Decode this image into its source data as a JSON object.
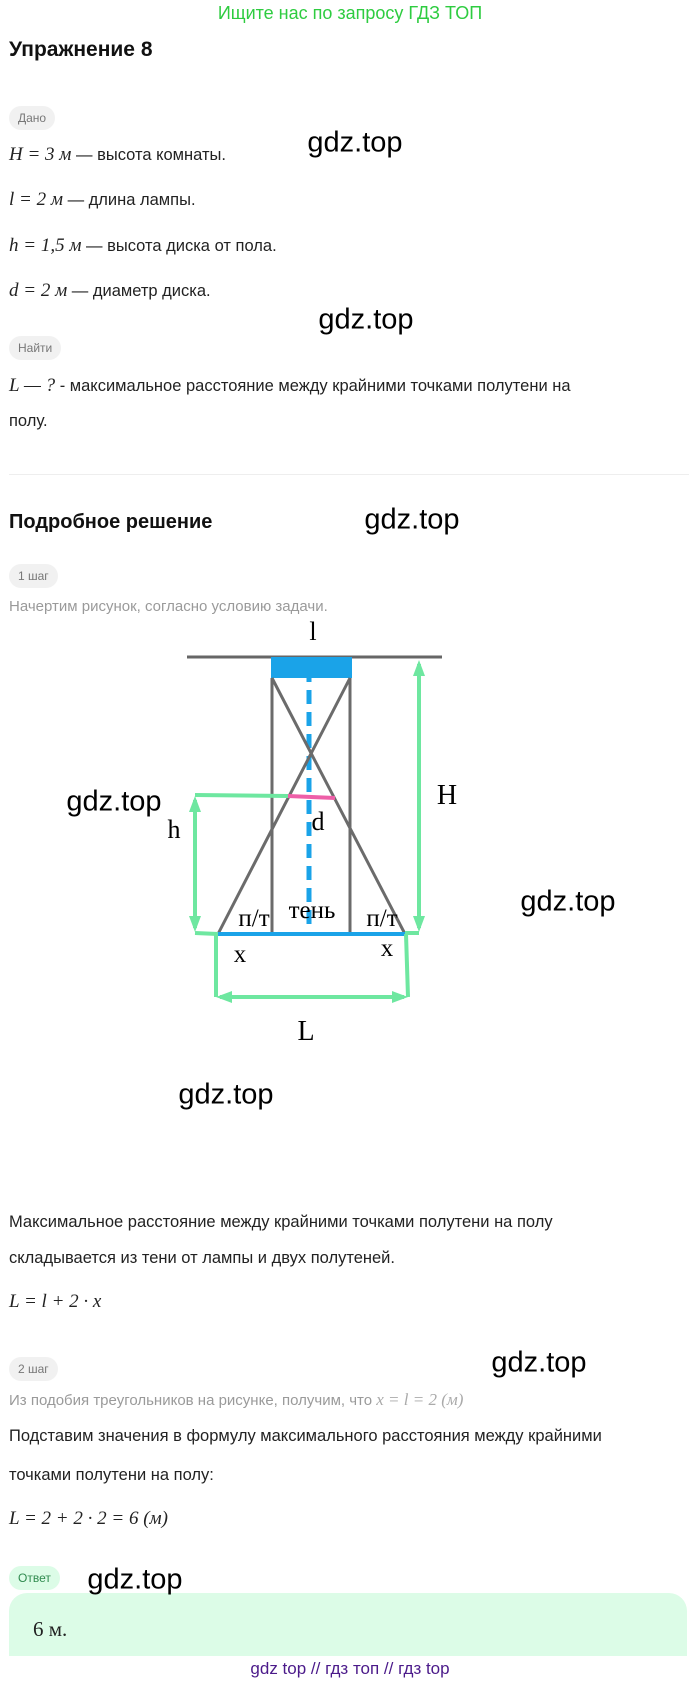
{
  "banner": "Ищите нас по запросу ГДЗ ТОП",
  "title": "Упражнение 8",
  "given": {
    "badge": "Дано",
    "lines": [
      {
        "math": "H = 3 м",
        "text": " — высота комнаты."
      },
      {
        "math": "l = 2 м",
        "text": " — длина лампы."
      },
      {
        "math": "h = 1,5 м",
        "text": " — высота диска от пола."
      },
      {
        "math": "d = 2 м",
        "text": " — диаметр диска."
      }
    ]
  },
  "find": {
    "badge": "Найти",
    "line1_math": "L — ?",
    "line1_text": " - максимальное расстояние между крайними точками полутени на",
    "line2_text": "полу."
  },
  "solution": {
    "title": "Подробное решение",
    "step1": {
      "badge": "1 шаг",
      "text": "Начертим рисунок, согласно условию задачи."
    },
    "diagram": {
      "l": "l",
      "H": "H",
      "d": "d",
      "h": "h",
      "pt_left": "п/т",
      "shadow": "тень",
      "pt_right": "п/т",
      "x_left": "x",
      "x_right": "x",
      "L": "L"
    },
    "para1_line1": "Максимальное расстояние между крайними точками полутени на полу",
    "para1_line2": "складывается из тени от лампы и двух полутеней.",
    "formula1": "L = l + 2 · x",
    "step2": {
      "badge": "2 шаг",
      "text": "Из подобия треугольников на рисунке, получим, что ",
      "math": "x = l = 2 (м)"
    },
    "para2_line1": "Подставим значения в формулу максимального расстояния между крайними",
    "para2_line2": "точками полутени на полу:",
    "formula2": "L = 2 + 2 · 2 = 6 (м)"
  },
  "answer": {
    "badge": "Ответ",
    "value": "6 м."
  },
  "watermark": "gdz.top",
  "footer": "gdz top  //  гдз топ  //  гдз top",
  "colors": {
    "banner": "#2ecc40",
    "lamp": "#1aa3e8",
    "guide": "#6ee7a0",
    "disk": "#ee5fa8",
    "answer_bg": "#dcfce7",
    "footer": "#4b1a8a"
  }
}
